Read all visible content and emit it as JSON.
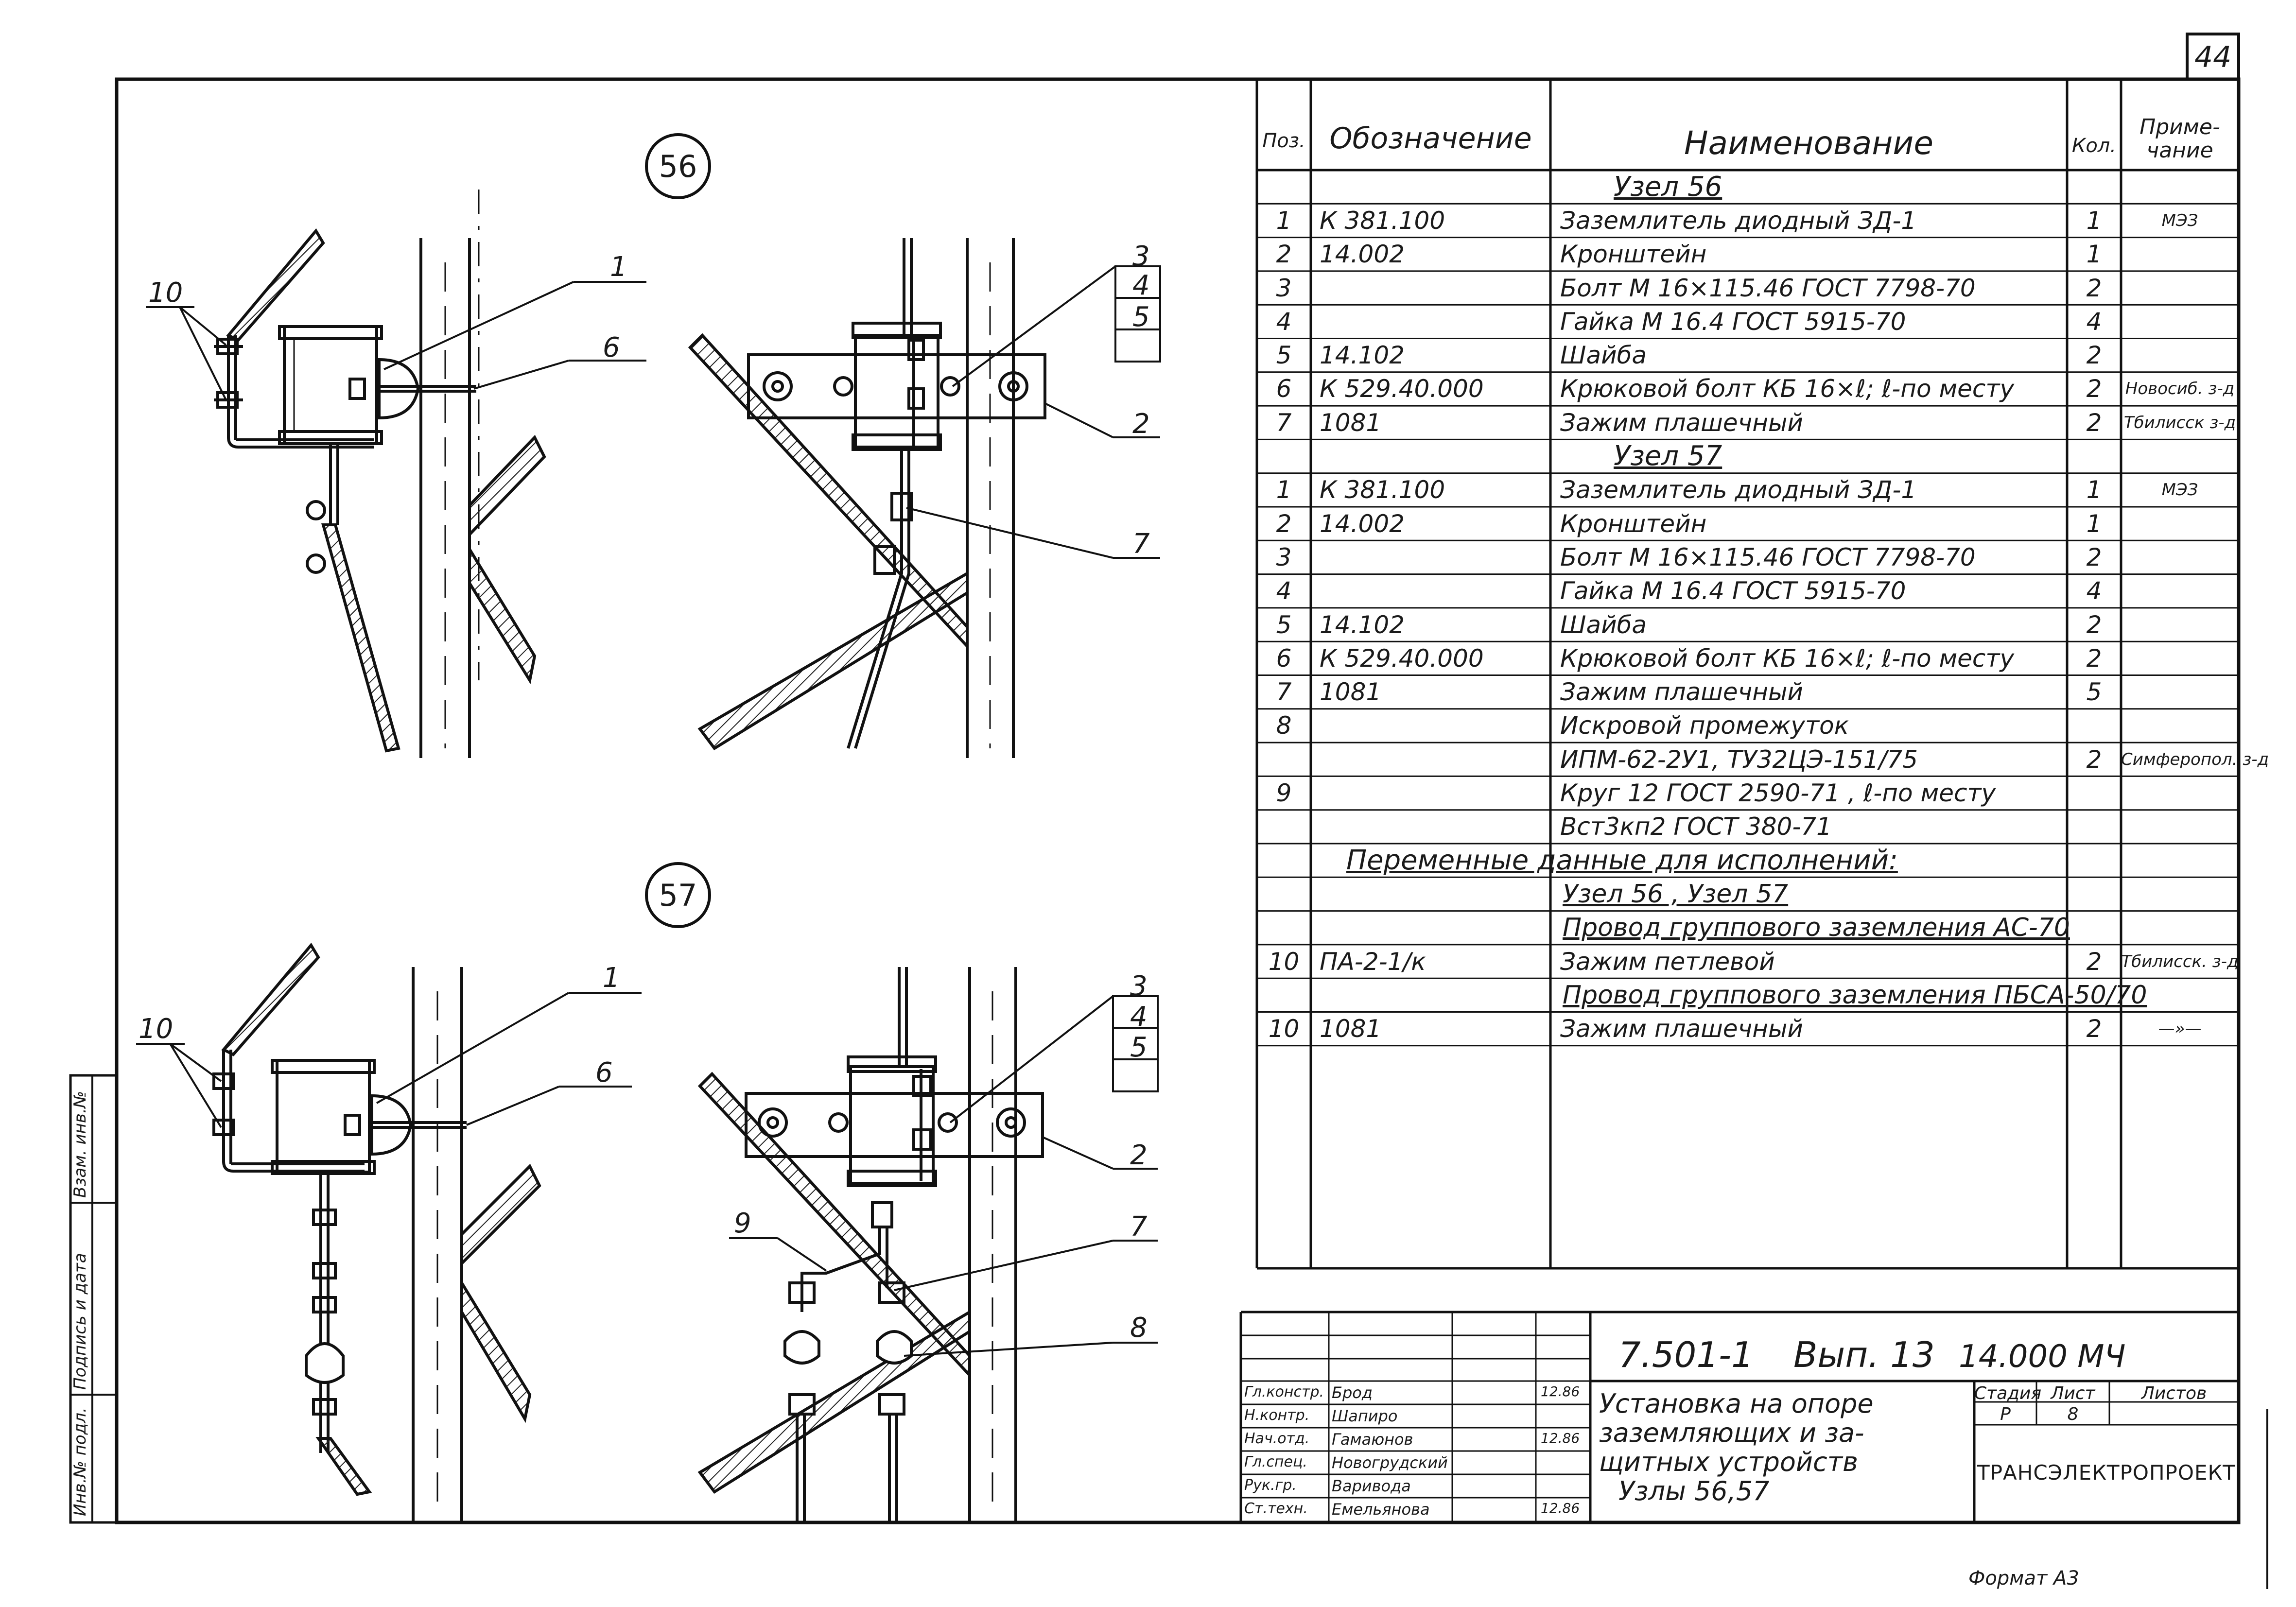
{
  "sheet_number": "44",
  "nodes": {
    "n56": "56",
    "n57": "57"
  },
  "callouts_56": [
    "10",
    "1",
    "6",
    "3",
    "4",
    "5",
    "2",
    "7"
  ],
  "callouts_57": [
    "10",
    "1",
    "6",
    "3",
    "4",
    "5",
    "2",
    "9",
    "7",
    "8"
  ],
  "spec": {
    "headers": {
      "pos": "Поз.",
      "designation": "Обозначение",
      "name": "Наименование",
      "qty": "Кол.",
      "note": "Приме-\nчание"
    },
    "rows": [
      {
        "type": "section",
        "name": "Узел 56"
      },
      {
        "pos": "1",
        "designation": "К 381.100",
        "name": "Заземлитель диодный ЗД-1",
        "qty": "1",
        "note": "МЭЗ"
      },
      {
        "pos": "2",
        "designation": "14.002",
        "name": "Кронштейн",
        "qty": "1",
        "note": ""
      },
      {
        "pos": "3",
        "designation": "",
        "name": "Болт М 16×115.46  ГОСТ 7798-70",
        "qty": "2",
        "note": ""
      },
      {
        "pos": "4",
        "designation": "",
        "name": "Гайка М 16.4  ГОСТ 5915-70",
        "qty": "4",
        "note": ""
      },
      {
        "pos": "5",
        "designation": "14.102",
        "name": "Шайба",
        "qty": "2",
        "note": ""
      },
      {
        "pos": "6",
        "designation": "К 529.40.000",
        "name": "Крюковой болт КБ 16×ℓ; ℓ-по месту",
        "qty": "2",
        "note": "Новосиб. з-д"
      },
      {
        "pos": "7",
        "designation": "1081",
        "name": "Зажим плашечный",
        "qty": "2",
        "note": "Тбилисск з-д"
      },
      {
        "type": "section",
        "name": "Узел 57"
      },
      {
        "pos": "1",
        "designation": "К 381.100",
        "name": "Заземлитель диодный ЗД-1",
        "qty": "1",
        "note": "МЭЗ"
      },
      {
        "pos": "2",
        "designation": "14.002",
        "name": "Кронштейн",
        "qty": "1",
        "note": ""
      },
      {
        "pos": "3",
        "designation": "",
        "name": "Болт М 16×115.46  ГОСТ 7798-70",
        "qty": "2",
        "note": ""
      },
      {
        "pos": "4",
        "designation": "",
        "name": "Гайка М 16.4  ГОСТ 5915-70",
        "qty": "4",
        "note": ""
      },
      {
        "pos": "5",
        "designation": "14.102",
        "name": "Шайба",
        "qty": "2",
        "note": ""
      },
      {
        "pos": "6",
        "designation": "К 529.40.000",
        "name": "Крюковой болт КБ 16×ℓ; ℓ-по месту",
        "qty": "2",
        "note": ""
      },
      {
        "pos": "7",
        "designation": "1081",
        "name": "Зажим плашечный",
        "qty": "5",
        "note": ""
      },
      {
        "pos": "8",
        "designation": "",
        "name": "Искровой промежуток",
        "qty": "",
        "note": ""
      },
      {
        "pos": "",
        "designation": "",
        "name": "ИПМ-62-2У1, ТУ32ЦЭ-151/75",
        "qty": "2",
        "note": "Симферопол. з-д"
      },
      {
        "pos": "9",
        "designation": "",
        "name": "Круг 12 ГОСТ 2590-71 , ℓ-по месту",
        "qty": "",
        "note": ""
      },
      {
        "pos": "",
        "designation": "",
        "name": "Вст3кп2 ГОСТ 380-71",
        "qty": "",
        "note": ""
      },
      {
        "type": "wide",
        "name": "Переменные данные для исполнений:"
      },
      {
        "type": "sub",
        "name": "Узел 56 , Узел 57"
      },
      {
        "type": "sub",
        "name": "Провод группового заземления АС-70"
      },
      {
        "pos": "10",
        "designation": "ПА-2-1/к",
        "name": "Зажим петлевой",
        "qty": "2",
        "note": "Тбилисск. з-д"
      },
      {
        "type": "sub",
        "name": "Провод группового заземления ПБСА-50/70"
      },
      {
        "pos": "10",
        "designation": "1081",
        "name": "Зажим плашечный",
        "qty": "2",
        "note": "—»—"
      }
    ]
  },
  "title_block": {
    "doc_code": "7.501-1",
    "issue": "Вып. 13",
    "number": "14.000 МЧ",
    "title_lines": [
      "Установка на опоре",
      "заземляющих и за-",
      "щитных устройств",
      "Узлы 56,57"
    ],
    "stage_label": "Стадия",
    "sheet_label": "Лист",
    "sheets_label": "Листов",
    "stage": "Р",
    "sheet": "8",
    "sheets": "",
    "organization": "ТРАНСЭЛЕКТРОПРОЕКТ",
    "people": [
      {
        "role": "Гл.констр.",
        "name": "Брод",
        "date": "12.86"
      },
      {
        "role": "Н.контр.",
        "name": "Шапиро",
        "date": ""
      },
      {
        "role": "Нач.отд.",
        "name": "Гамаюнов",
        "date": "12.86"
      },
      {
        "role": "Гл.спец.",
        "name": "Новогрудский",
        "date": ""
      },
      {
        "role": "Рук.гр.",
        "name": "Варивода",
        "date": ""
      },
      {
        "role": "Ст.техн.",
        "name": "Емельянова",
        "date": "12.86"
      }
    ]
  },
  "side_stamp": [
    "Инв.№ подл.",
    "Подпись и дата",
    "Взам. инв.№"
  ],
  "format": "Формат А3"
}
